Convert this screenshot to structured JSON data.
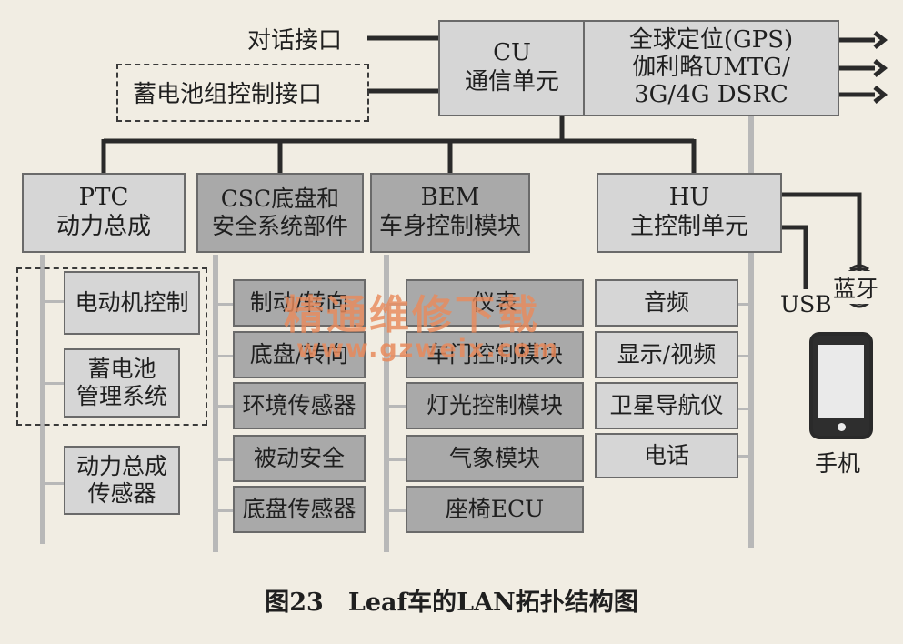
{
  "diagram": {
    "cu": {
      "line1": "CU",
      "line2": "通信单元"
    },
    "comm": {
      "line1": "全球定位(GPS)",
      "line2": "伽利略UMTG/",
      "line3": "3G/4G DSRC"
    },
    "dialog_port": "对话接口",
    "battery_port": "蓄电池组控制接口",
    "ptc": {
      "line1": "PTC",
      "line2": "动力总成"
    },
    "csc": {
      "line1": "CSC底盘和",
      "line2": "安全系统部件"
    },
    "bem": {
      "line1": "BEM",
      "line2": "车身控制模块"
    },
    "hu": {
      "line1": "HU",
      "line2": "主控制单元"
    },
    "ptc_items": [
      {
        "line1": "电动机控制",
        "line2": ""
      },
      {
        "line1": "蓄电池",
        "line2": "管理系统"
      },
      {
        "line1": "动力总成",
        "line2": "传感器"
      }
    ],
    "csc_items": [
      "制动/转向",
      "底盘/转向",
      "环境传感器",
      "被动安全",
      "底盘传感器"
    ],
    "bem_items": [
      "仪表",
      "车门控制模块",
      "灯光控制模块",
      "气象模块",
      "座椅ECU"
    ],
    "hu_items": [
      "音频",
      "显示/视频",
      "卫星导航仪",
      "电话"
    ],
    "bluetooth": "蓝牙",
    "usb": "USB",
    "phone": "手机",
    "caption": "图23　Leaf车的LAN拓扑结构图",
    "watermark": {
      "cn": "精通维修下载",
      "url": "www.gzweix.com"
    }
  }
}
